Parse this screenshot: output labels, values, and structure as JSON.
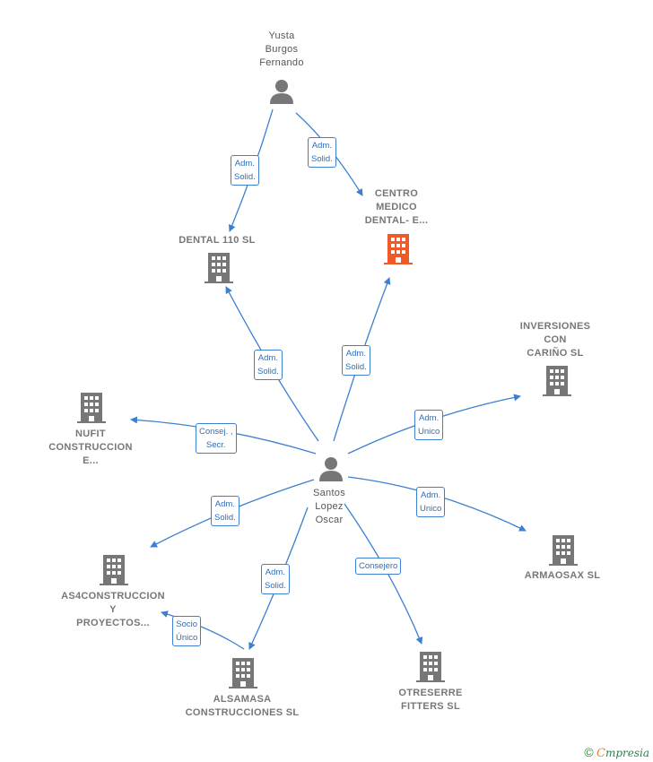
{
  "nodes": {
    "yusta": {
      "label": "Yusta\nBurgos\nFernando",
      "kind": "person"
    },
    "santos": {
      "label": "Santos\nLopez\nOscar",
      "kind": "person"
    },
    "centro": {
      "label": "CENTRO\nMEDICO\nDENTAL- E...",
      "kind": "company-highlight"
    },
    "dental110": {
      "label": "DENTAL 110  SL",
      "kind": "company"
    },
    "inversiones": {
      "label": "INVERSIONES\nCON\nCARIÑO  SL",
      "kind": "company"
    },
    "nufit": {
      "label": "NUFIT\nCONSTRUCCION\nE...",
      "kind": "company"
    },
    "armaosax": {
      "label": "ARMAOSAX  SL",
      "kind": "company"
    },
    "as4": {
      "label": "AS4CONSTRUCCION\nY\nPROYECTOS...",
      "kind": "company"
    },
    "alsamasa": {
      "label": "ALSAMASA\nCONSTRUCCIONES SL",
      "kind": "company"
    },
    "otreserre": {
      "label": "OTRESERRE\nFITTERS  SL",
      "kind": "company"
    }
  },
  "edges": {
    "yusta_dental110": "Adm.\nSolid.",
    "yusta_centro": "Adm.\nSolid.",
    "santos_dental110": "Adm.\nSolid.",
    "santos_centro": "Adm.\nSolid.",
    "santos_inversiones": "Adm.\nUnico",
    "santos_nufit": "Consej. ,\nSecr.",
    "santos_armaosax": "Adm.\nUnico",
    "santos_as4": "Adm.\nSolid.",
    "santos_alsamasa": "Adm.\nSolid.",
    "santos_otreserre": "Consejero",
    "alsamasa_as4": "Socio\nÚnico"
  },
  "colors": {
    "edge": "#3d7fd1",
    "person_icon": "#777777",
    "company_icon": "#777777",
    "highlight_icon": "#f05a28"
  },
  "footer": {
    "copyright": "©",
    "brand_initial": "C",
    "brand_rest": "mpresia"
  }
}
